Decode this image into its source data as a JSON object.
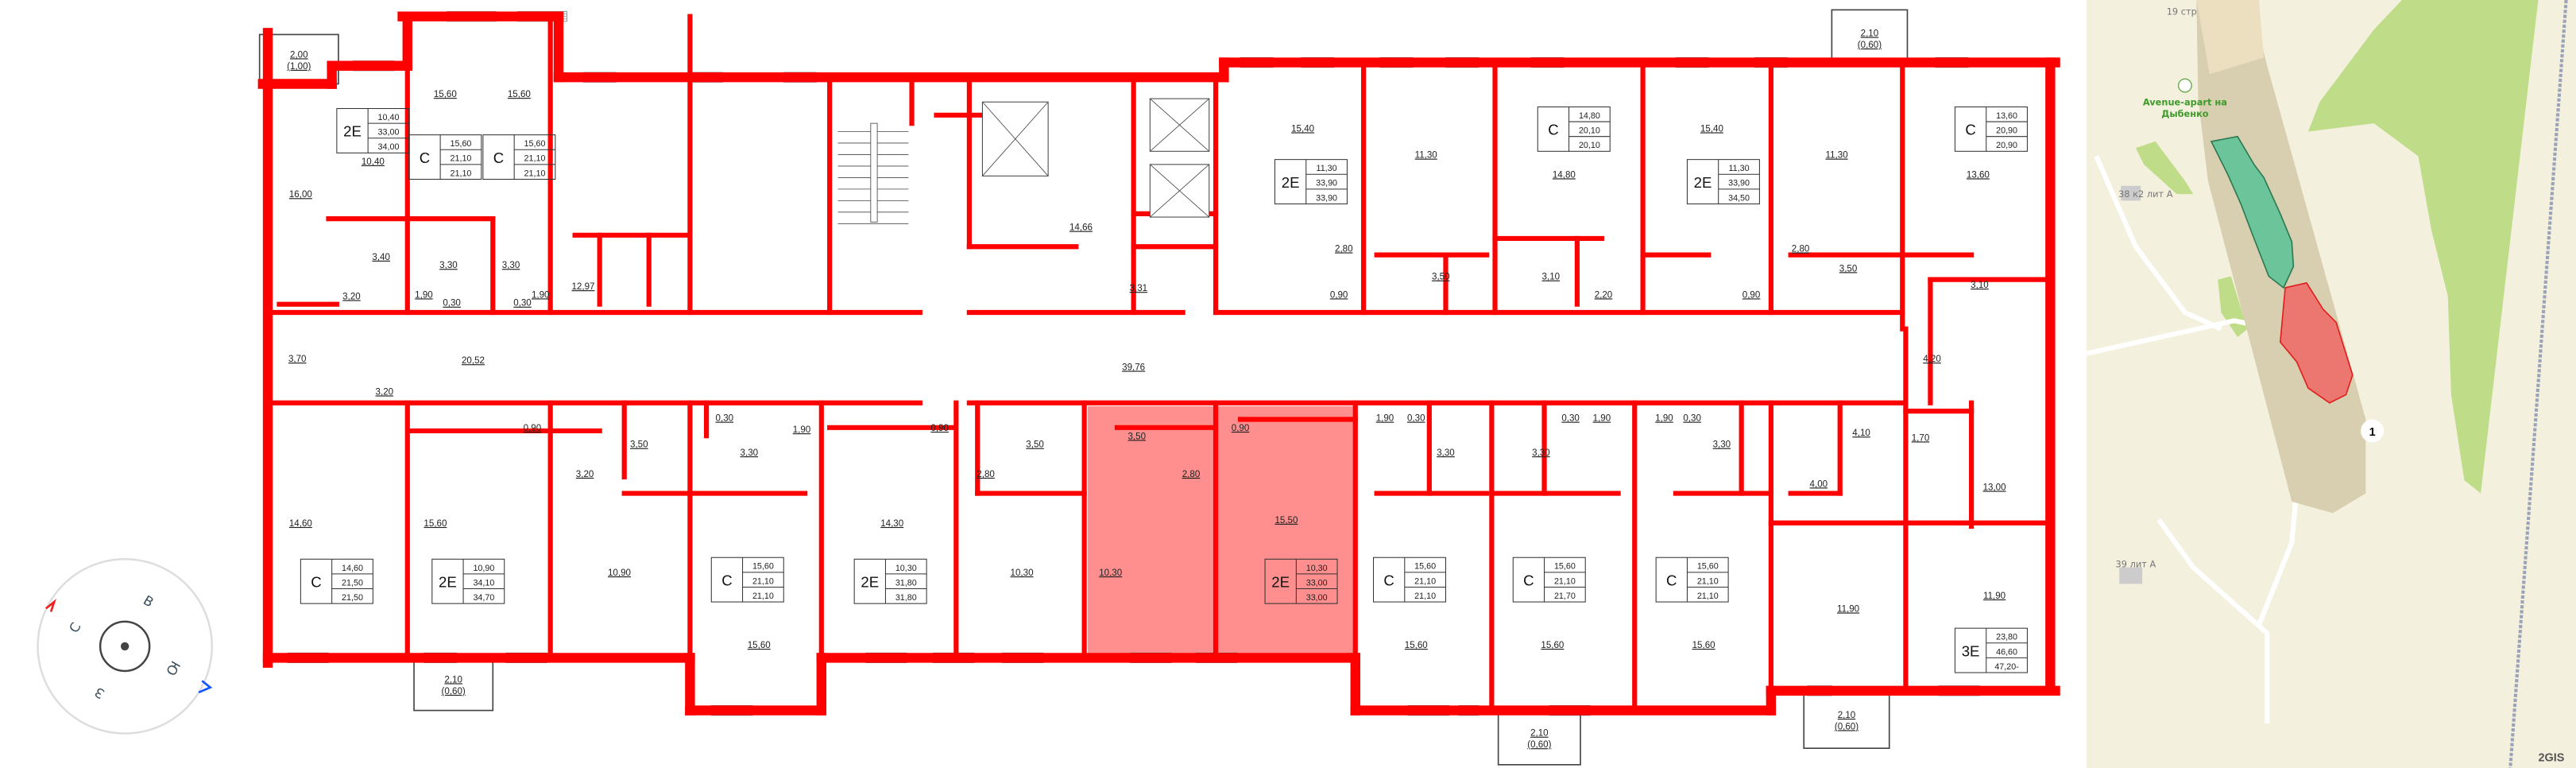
{
  "colors": {
    "wall": "#ff0000",
    "selected_unit": "#ff7a7a",
    "map_bg": "#f4f0de",
    "park": "#bfdc88",
    "map_building": "#d8ceb0",
    "map_section_other": "#6bc49a",
    "map_section_current": "#ec7771"
  },
  "rooms": [
    "16,00",
    "10,40",
    "15,60",
    "15,60",
    "3,40",
    "3,20",
    "3,30",
    "3,30",
    "1,90",
    "0,30",
    "0,30",
    "1,90",
    "3,70",
    "3,20",
    "12,97",
    "20,52",
    "14,66",
    "3,31",
    "39,76",
    "15,40",
    "11,30",
    "14,80",
    "15,40",
    "11,30",
    "13,60",
    "2,80",
    "3,50",
    "3,10",
    "2,20",
    "0,90",
    "2,80",
    "3,50",
    "0,90",
    "3,10",
    "4,20",
    "14,60",
    "15,60",
    "0,90",
    "3,20",
    "3,50",
    "3,30",
    "0,30",
    "1,90",
    "10,90",
    "15,60",
    "14,30",
    "0,90",
    "2,80",
    "3,50",
    "10,30",
    "10,30",
    "3,50",
    "2,80",
    "0,90",
    "15,50",
    "1,90",
    "0,30",
    "3,30",
    "15,60",
    "3,30",
    "0,30",
    "1,90",
    "15,60",
    "1,90",
    "0,30",
    "3,30",
    "15,60",
    "4,10",
    "4,00",
    "1,70",
    "13,00",
    "11,90",
    "11,90"
  ],
  "units": [
    {
      "type": "2E",
      "living": "10,40",
      "total": "33,00",
      "total_with_balcony": "34,00"
    },
    {
      "type": "C",
      "living": "15,60",
      "total": "21,10",
      "total_with_balcony": "21,10"
    },
    {
      "type": "C",
      "living": "15,60",
      "total": "21,10",
      "total_with_balcony": "21,10"
    },
    {
      "type": "2E",
      "living": "11,30",
      "total": "33,90",
      "total_with_balcony": "33,90"
    },
    {
      "type": "C",
      "living": "14,80",
      "total": "20,10",
      "total_with_balcony": "20,10"
    },
    {
      "type": "2E",
      "living": "11,30",
      "total": "33,90",
      "total_with_balcony": "34,50"
    },
    {
      "type": "C",
      "living": "13,60",
      "total": "20,90",
      "total_with_balcony": "20,90"
    },
    {
      "type": "C",
      "living": "14,60",
      "total": "21,50",
      "total_with_balcony": "21,50"
    },
    {
      "type": "2E",
      "living": "10,90",
      "total": "34,10",
      "total_with_balcony": "34,70"
    },
    {
      "type": "C",
      "living": "15,60",
      "total": "21,10",
      "total_with_balcony": "21,10"
    },
    {
      "type": "2E",
      "living": "10,30",
      "total": "31,80",
      "total_with_balcony": "31,80"
    },
    {
      "type": "2E",
      "living": "10,30",
      "total": "33,00",
      "total_with_balcony": "33,00",
      "selected": true
    },
    {
      "type": "C",
      "living": "15,60",
      "total": "21,10",
      "total_with_balcony": "21,10"
    },
    {
      "type": "C",
      "living": "15,60",
      "total": "21,10",
      "total_with_balcony": "21,70"
    },
    {
      "type": "C",
      "living": "15,60",
      "total": "21,10",
      "total_with_balcony": "21,10"
    },
    {
      "type": "3E",
      "living": "23,80",
      "total": "46,60",
      "total_with_balcony": "47,20-"
    }
  ],
  "balconies": [
    {
      "area": "2,00",
      "reduced": "(1,00)"
    },
    {
      "area": "2,10",
      "reduced": "(0,60)"
    },
    {
      "area": "2,10",
      "reduced": "(0,60)"
    },
    {
      "area": "2,10",
      "reduced": "(0,60)"
    },
    {
      "area": "2,10",
      "reduced": "(0,60)"
    }
  ],
  "compass": {
    "north": "С",
    "east": "В",
    "south": "Ю",
    "west": "З"
  },
  "map": {
    "building_label": "19 стр",
    "poi_icon": "bed-icon",
    "poi_line1": "Avenue-apart на",
    "poi_line2": "Дыбенко",
    "label_38": "38 к2 лит А",
    "label_39": "39 лит А",
    "entrance_marker": "1",
    "logo": "2GIS"
  }
}
